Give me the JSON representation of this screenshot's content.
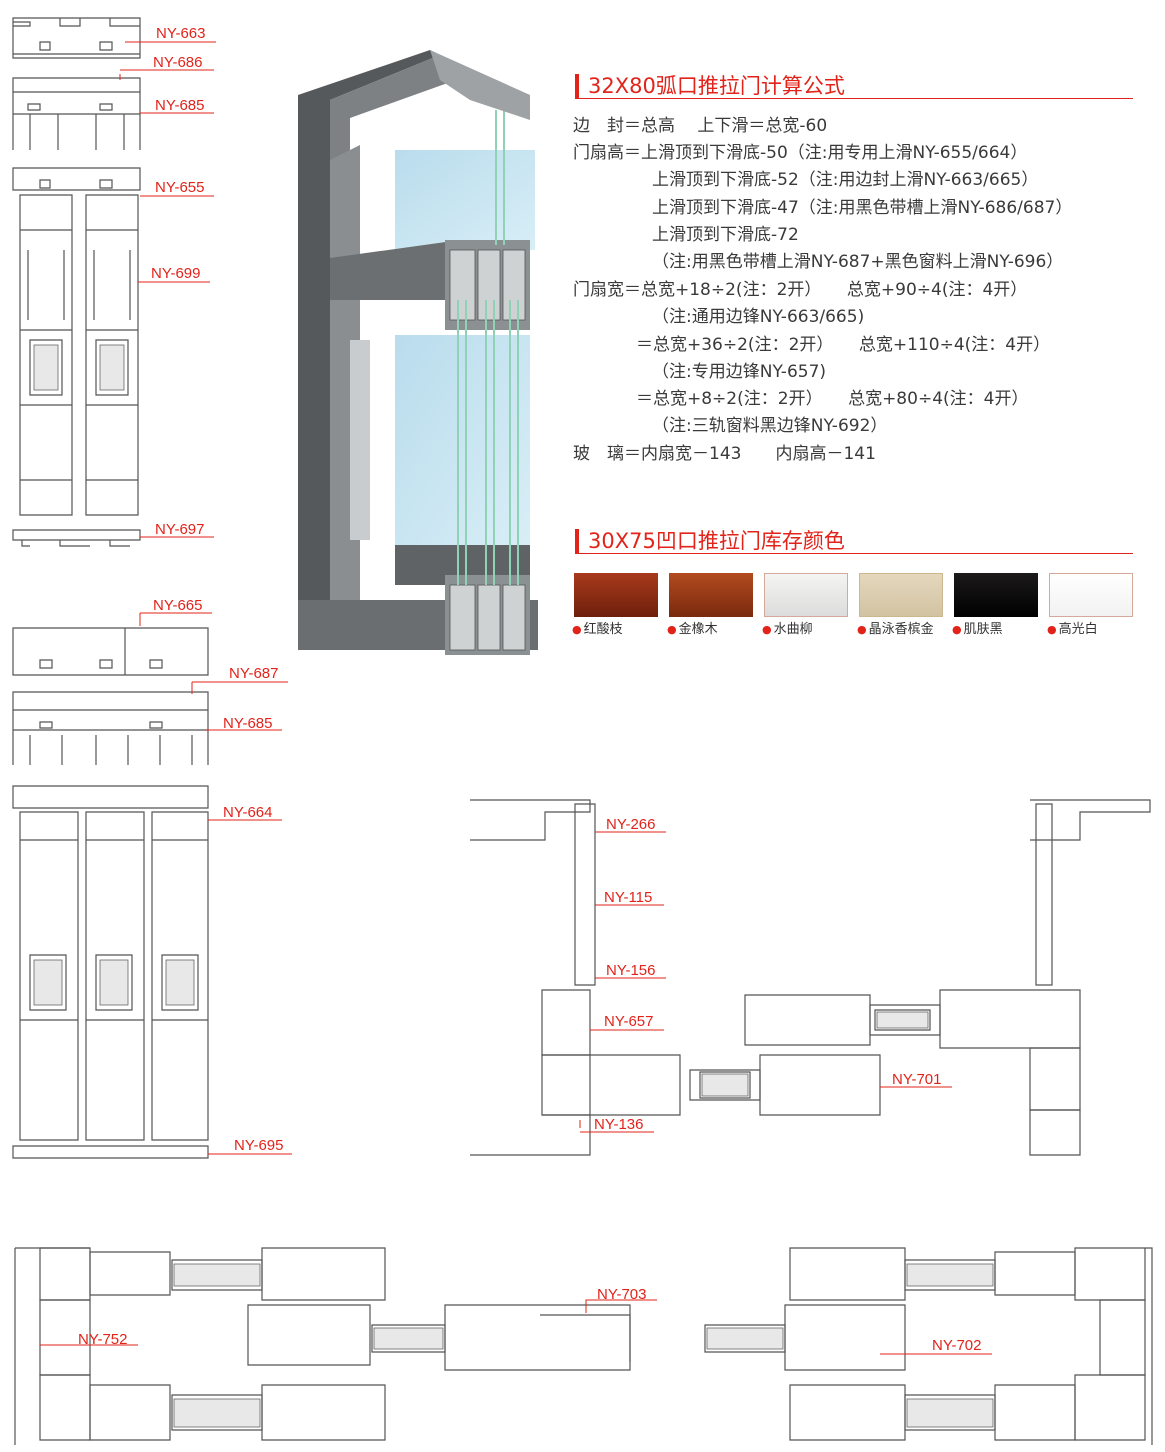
{
  "formula_section": {
    "title": "32X80弧口推拉门计算公式",
    "lines": [
      "边　封＝总高　 上下滑＝总宽-60",
      "门扇高＝上滑顶到下滑底-50（注:用专用上滑NY-655/664）",
      "上滑顶到下滑底-52（注:用边封上滑NY-663/665）",
      "上滑顶到下滑底-47（注:用黑色带槽上滑NY-686/687）",
      "上滑顶到下滑底-72",
      "（注:用黑色带槽上滑NY-687+黑色窗料上滑NY-696）",
      "门扇宽＝总宽+18÷2(注：2开）　　总宽+90÷4(注：4开）",
      "（注:通用边锋NY-663/665)",
      "＝总宽+36÷2(注：2开）　　总宽+110÷4(注：4开）",
      "（注:专用边锋NY-657)",
      "＝总宽+8÷2(注：2开）　　总宽+80÷4(注：4开）",
      "（注:三轨窗料黑边锋NY-692）",
      "玻　璃＝内扇宽－143　　内扇高－141"
    ]
  },
  "color_section": {
    "title": "30X75凹口推拉门库存颜色",
    "swatches": [
      {
        "label": "红酸枝",
        "color": "#a83a1c",
        "tone": "#6e1f0c"
      },
      {
        "label": "金橡木",
        "color": "#b24a1e",
        "tone": "#7a2a0e"
      },
      {
        "label": "水曲柳",
        "color": "#f4f4f2",
        "tone": "#dcdcdc"
      },
      {
        "label": "晶泳香槟金",
        "color": "#e4d7bc",
        "tone": "#d2c3a2"
      },
      {
        "label": "肌肤黑",
        "color": "#1c1a1b",
        "tone": "#000000"
      },
      {
        "label": "高光白",
        "color": "#ffffff",
        "tone": "#f2f2f2"
      }
    ]
  },
  "profile_labels": {
    "a1": "NY-663",
    "a2": "NY-686",
    "a3": "NY-685",
    "a4": "NY-655",
    "a5": "NY-699",
    "a6": "NY-697",
    "b1": "NY-665",
    "b2": "NY-687",
    "b3": "NY-685",
    "b4": "NY-664",
    "b5": "NY-695",
    "c1": "NY-266",
    "c2": "NY-115",
    "c3": "NY-156",
    "c4": "NY-657",
    "c5": "NY-136",
    "c6": "NY-701",
    "d1": "NY-703",
    "d2": "NY-752",
    "d3": "NY-702"
  }
}
